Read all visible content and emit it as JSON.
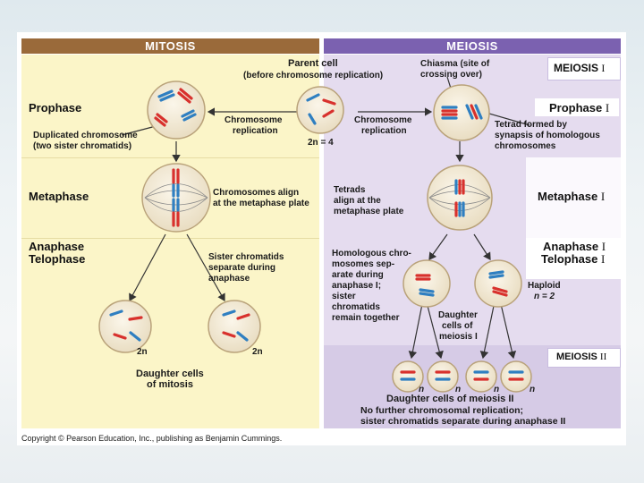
{
  "headers": {
    "mitosis": "MITOSIS",
    "meiosis": "MEIOSIS"
  },
  "top": {
    "parent_cell": "Parent cell",
    "parent_cell_sub": "(before chromosome replication)",
    "chiasma_1": "Chiasma (site of",
    "chiasma_2": "crossing over)",
    "meiosis_I": "MEIOSIS",
    "meiosis_I_num": "I"
  },
  "prophase": {
    "mitosis_label": "Prophase",
    "duplicated_1": "Duplicated chromosome",
    "duplicated_2": "(two sister chromatids)",
    "rep_left_1": "Chromosome",
    "rep_left_2": "replication",
    "rep_right_1": "Chromosome",
    "rep_right_2": "replication",
    "two_n": "2n = 4",
    "meiosis_label": "Prophase",
    "meiosis_num": "I",
    "tetrad_1": "Tetrad formed by",
    "tetrad_2": "synapsis of homologous",
    "tetrad_3": "chromosomes"
  },
  "metaphase": {
    "mitosis_label": "Metaphase",
    "align_1": "Chromosomes align",
    "align_2": "at the metaphase plate",
    "tetrads_1": "Tetrads",
    "tetrads_2": "align at the",
    "tetrads_3": "metaphase plate",
    "meiosis_label": "Metaphase",
    "meiosis_num": "I"
  },
  "anaphase": {
    "mitosis_label_1": "Anaphase",
    "mitosis_label_2": "Telophase",
    "sister_1": "Sister chromatids",
    "sister_2": "separate during",
    "sister_3": "anaphase",
    "homologous_1": "Homologous chro-",
    "homologous_2": "mosomes sep-",
    "homologous_3": "arate during",
    "homologous_4": "anaphase I;",
    "homologous_5": "sister",
    "homologous_6": "chromatids",
    "homologous_7": "remain together",
    "meiosis_label_1": "Anaphase",
    "meiosis_label_2": "Telophase",
    "meiosis_num": "I",
    "haploid": "Haploid",
    "n_eq": "n = 2",
    "daughter_1": "Daughter",
    "daughter_2": "cells of",
    "daughter_3": "meiosis I"
  },
  "mitosis_result": {
    "two_n_left": "2n",
    "two_n_right": "2n",
    "daughter_1": "Daughter cells",
    "daughter_2": "of mitosis"
  },
  "meiosis2": {
    "label": "MEIOSIS",
    "num": "II",
    "n1": "n",
    "n2": "n",
    "n3": "n",
    "n4": "n",
    "daughter": "Daughter cells of meiosis II",
    "no_further_1": "No further chromosomal replication;",
    "no_further_2": "sister chromatids separate during anaphase II"
  },
  "copyright": "Copyright © Pearson Education, Inc., publishing as Benjamin Cummings.",
  "colors": {
    "mitosis_header": "#9a6a3a",
    "meiosis_header": "#7b61b0",
    "mitosis_bg": "#fbf5c8",
    "meiosis_bg": "#e5dcef",
    "red": "#d8312d",
    "blue": "#2f7fc1",
    "cell": "#f2ead7"
  }
}
